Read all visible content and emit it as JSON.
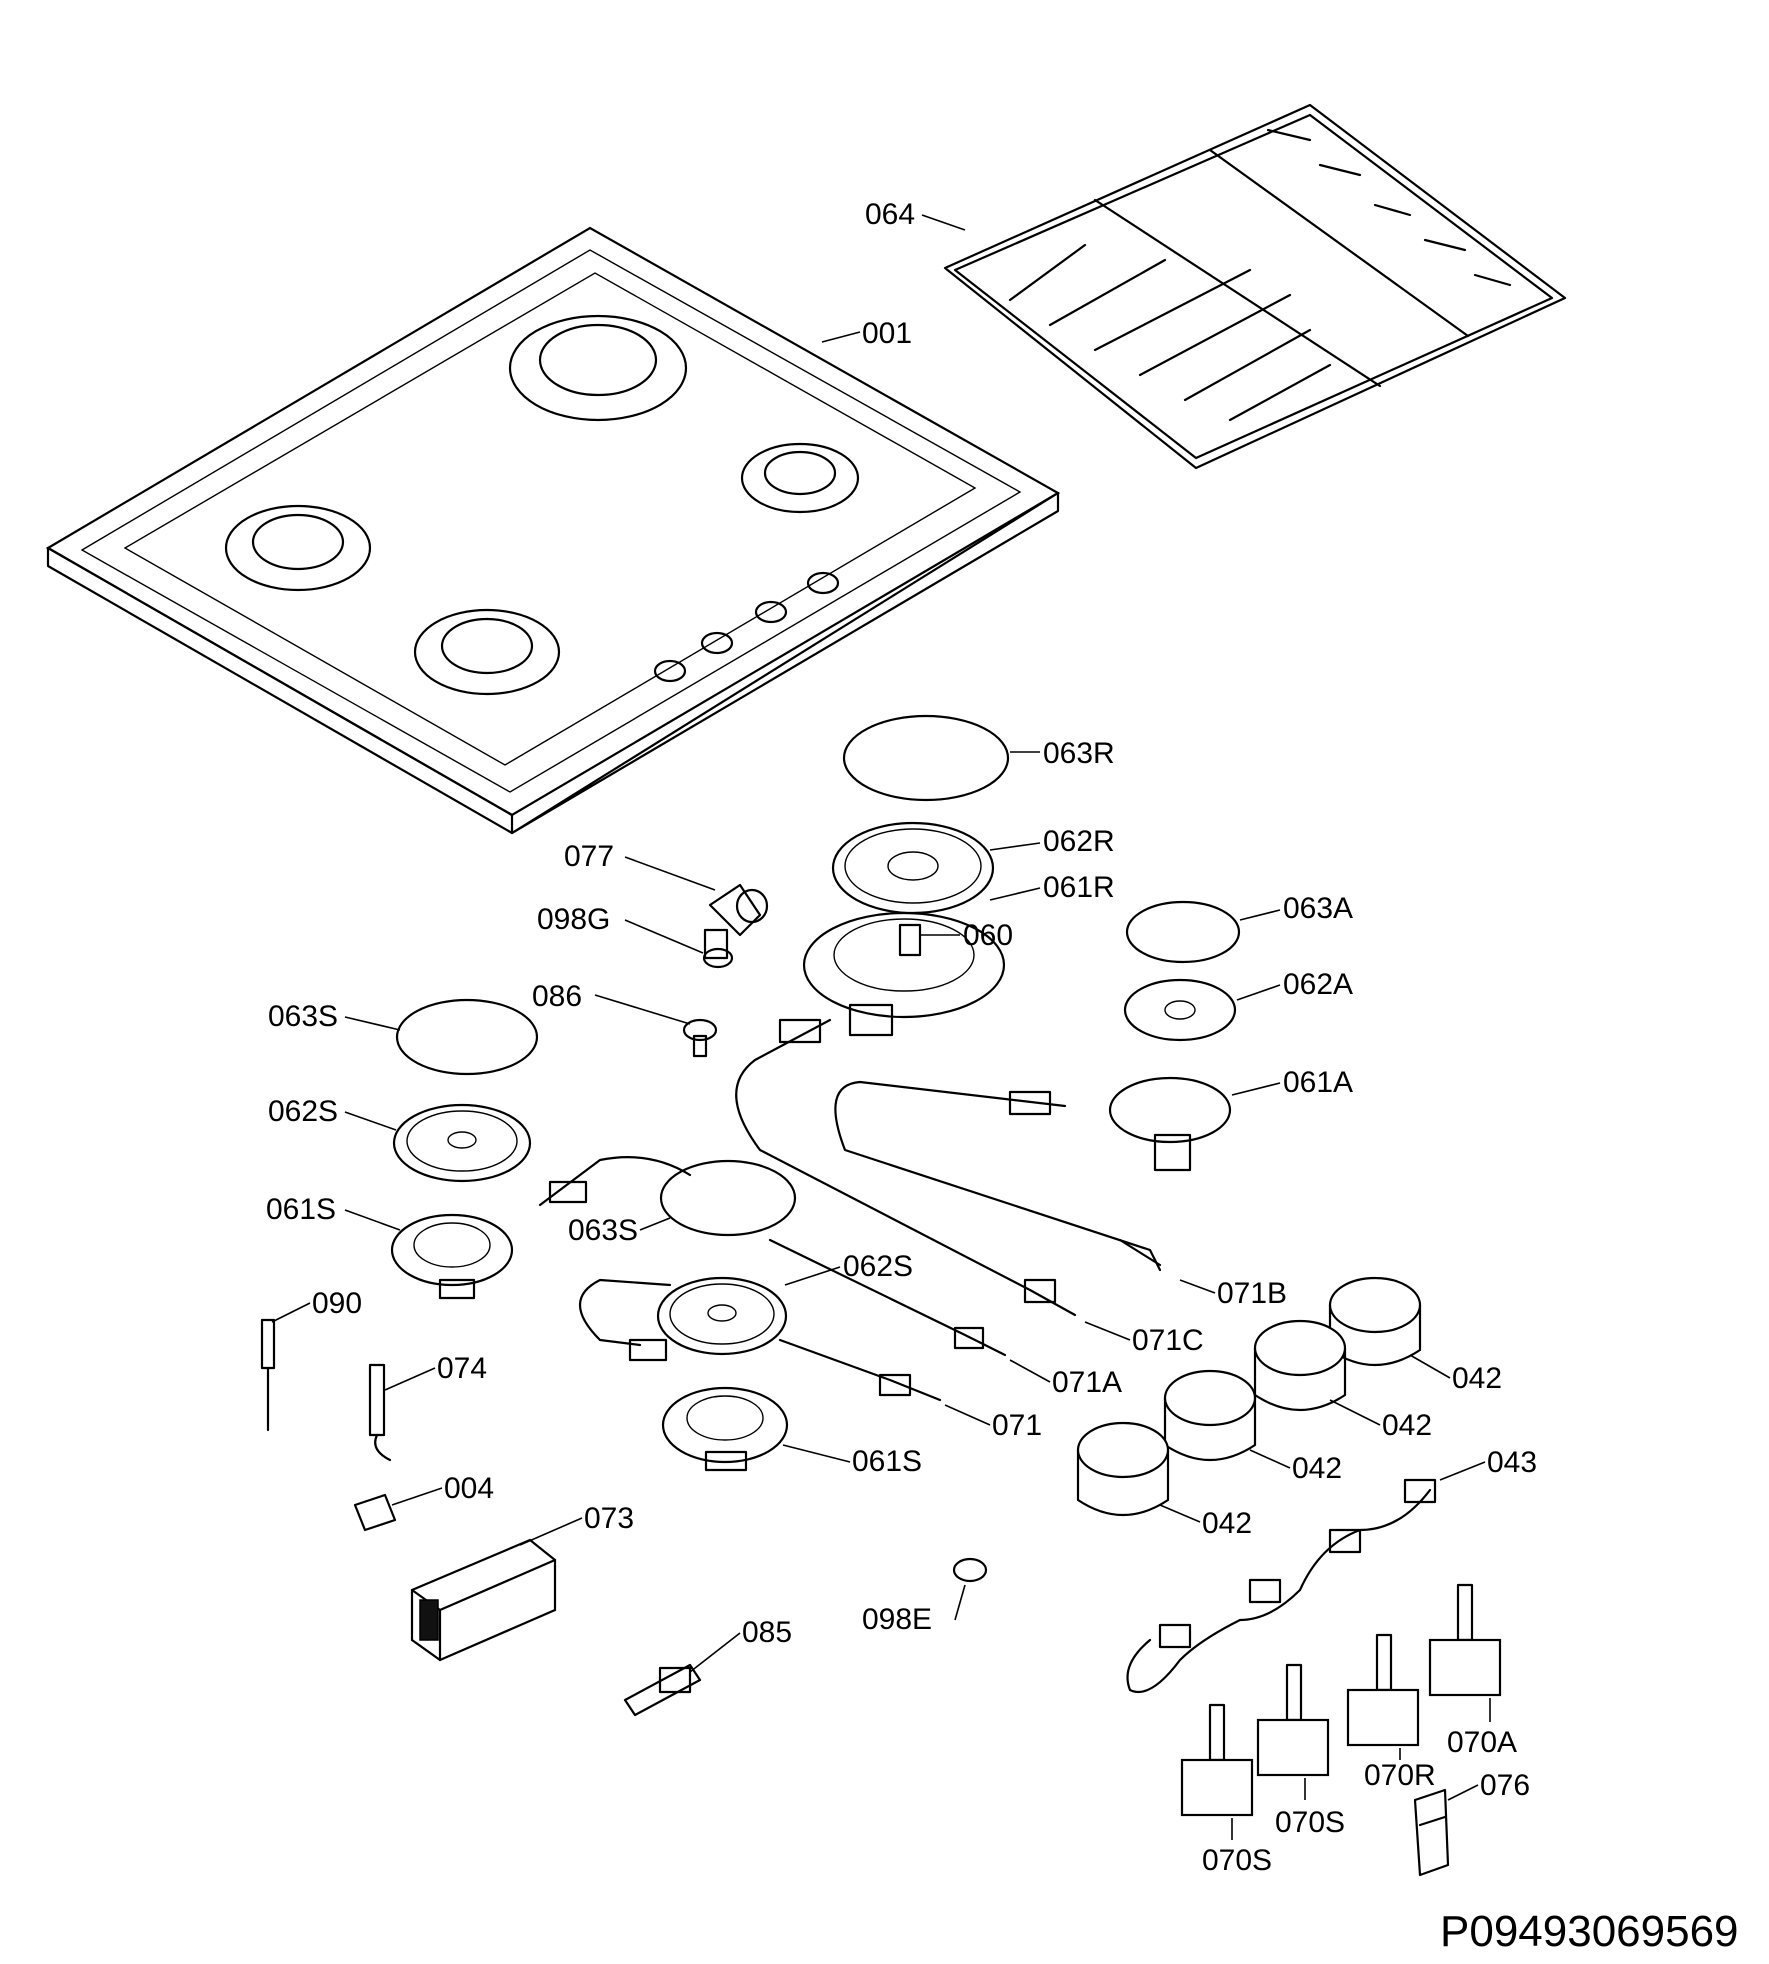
{
  "labels": {
    "l001": "001",
    "l064": "064",
    "l063R": "063R",
    "l062R": "062R",
    "l061R": "061R",
    "l060": "060",
    "l077": "077",
    "l098G": "098G",
    "l086": "086",
    "l063A": "063A",
    "l062A": "062A",
    "l061A": "061A",
    "l063S_a": "063S",
    "l062S_a": "062S",
    "l061S_a": "061S",
    "l063S_b": "063S",
    "l062S_b": "062S",
    "l061S_b": "061S",
    "l071B": "071B",
    "l071C": "071C",
    "l071A": "071A",
    "l071": "071",
    "l090": "090",
    "l074": "074",
    "l004": "004",
    "l073": "073",
    "l085": "085",
    "l098E": "098E",
    "l042_1": "042",
    "l042_2": "042",
    "l042_3": "042",
    "l042_4": "042",
    "l043": "043",
    "l070A": "070A",
    "l070R": "070R",
    "l070S_a": "070S",
    "l070S_b": "070S",
    "l076": "076"
  },
  "drawing_code": "P09493069569"
}
